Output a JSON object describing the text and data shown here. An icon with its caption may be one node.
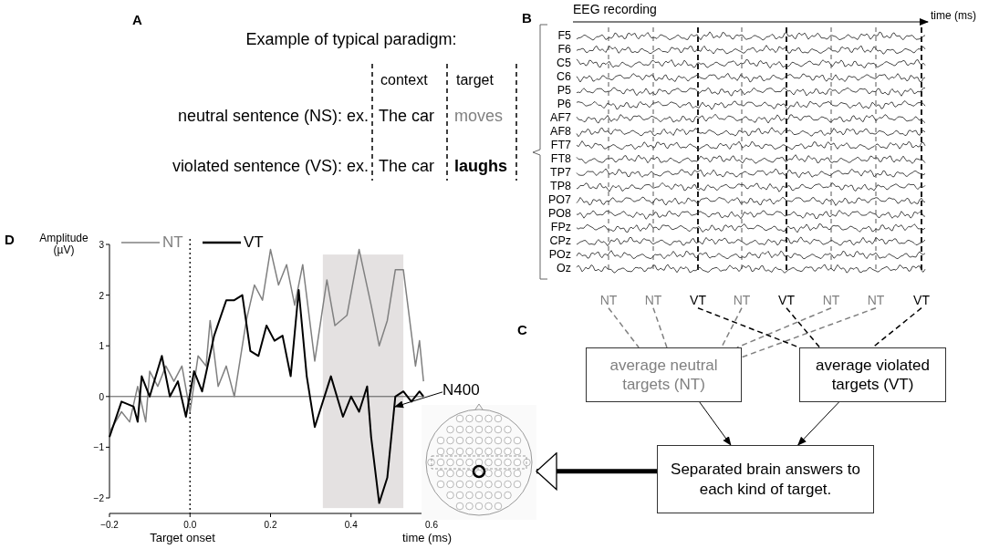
{
  "diagram": {
    "nodes": [
      {
        "text": [
          "NT"
        ]
      },
      {
        "text": [
          "NT"
        ]
      },
      {
        "text": [
          "VT"
        ]
      },
      {
        "text": [
          "NT"
        ]
      },
      {
        "text": [
          "VT"
        ]
      },
      {
        "text": [
          "NT"
        ]
      },
      {
        "text": [
          "NT"
        ]
      },
      {
        "text": [
          "VT"
        ]
      },
      {
        "text": [
          "average neutral targets (NT)"
        ]
      },
      {
        "text": [
          "average violated targets (VT)"
        ]
      },
      {
        "text": [
          "Separated brain answers to each kind of target."
        ]
      },
      {
        "text": [],
        "shape": "picture"
      },
      {
        "text": [
          "N400"
        ]
      }
    ],
    "edges": [
      {
        "from": 0,
        "to": 8,
        "arrow": "none",
        "style": "dashed",
        "color": "#808080"
      },
      {
        "from": 1,
        "to": 8,
        "arrow": "none",
        "style": "dashed",
        "color": "#808080"
      },
      {
        "from": 3,
        "to": 8,
        "arrow": "none",
        "style": "dashed",
        "color": "#808080"
      },
      {
        "from": 5,
        "to": 8,
        "arrow": "none",
        "style": "dashed",
        "color": "#808080"
      },
      {
        "from": 6,
        "to": 8,
        "arrow": "none",
        "style": "dashed",
        "color": "#808080"
      },
      {
        "from": 2,
        "to": 9,
        "arrow": "none",
        "style": "dashed"
      },
      {
        "from": 4,
        "to": 9,
        "arrow": "none",
        "style": "dashed"
      },
      {
        "from": 7,
        "to": 9,
        "arrow": "none",
        "style": "dashed"
      },
      {
        "from": 8,
        "to": 10,
        "arrow": "to"
      },
      {
        "from": 9,
        "to": 10,
        "arrow": "to"
      },
      {
        "from": 10,
        "to": 11,
        "arrow": "to",
        "style": "thick"
      },
      {
        "from": 12,
        "to": null,
        "arrow": "to"
      }
    ],
    "labels": [
      "A",
      "B",
      "C",
      "D",
      "Example of typical paradigm:",
      "context",
      "target",
      "neutral sentence (NS): ex.",
      "The car",
      "moves",
      "violated sentence (VS): ex.",
      "The car",
      "laughs",
      "EEG recording",
      "time (ms)",
      "F5",
      "F6",
      "C5",
      "C6",
      "P5",
      "P6",
      "AF7",
      "AF8",
      "FT7",
      "FT8",
      "TP7",
      "TP8",
      "PO7",
      "PO8",
      "FPz",
      "CPz",
      "POz",
      "Oz",
      "Amplitude (µV)",
      "3",
      "2",
      "1",
      "0",
      "−1",
      "−2",
      "−0.2",
      "0.0",
      "0.2",
      "0.4",
      "0.6",
      "Target onset",
      "time (ms)"
    ],
    "legend": [
      {
        "text": "NT"
      },
      {
        "text": "VT"
      }
    ]
  }
}
